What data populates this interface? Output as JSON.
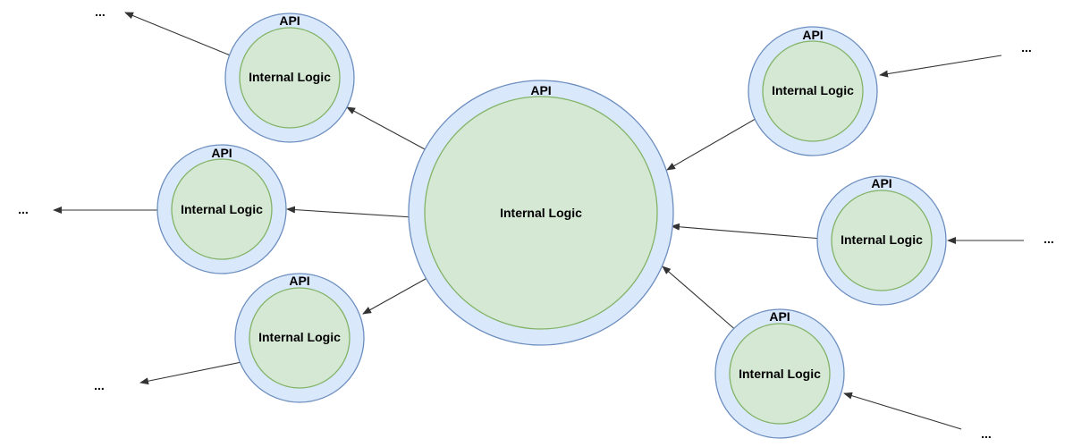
{
  "colors": {
    "api_fill": "#dae8fc",
    "api_stroke": "#6c8ebf",
    "logic_fill": "#d5e8d4",
    "logic_stroke": "#82b366",
    "edge": "#333333"
  },
  "central_node": {
    "api_label": "API",
    "logic_label": "Internal Logic"
  },
  "left_nodes": [
    {
      "id": "top-left",
      "api_label": "API",
      "logic_label": "Internal Logic",
      "continuation": "..."
    },
    {
      "id": "middle-left",
      "api_label": "API",
      "logic_label": "Internal Logic",
      "continuation": "..."
    },
    {
      "id": "bottom-left",
      "api_label": "API",
      "logic_label": "Internal Logic",
      "continuation": "..."
    }
  ],
  "right_nodes": [
    {
      "id": "top-right",
      "api_label": "API",
      "logic_label": "Internal Logic",
      "continuation": "..."
    },
    {
      "id": "middle-right",
      "api_label": "API",
      "logic_label": "Internal Logic",
      "continuation": "..."
    },
    {
      "id": "bottom-right",
      "api_label": "API",
      "logic_label": "Internal Logic",
      "continuation": "..."
    }
  ]
}
